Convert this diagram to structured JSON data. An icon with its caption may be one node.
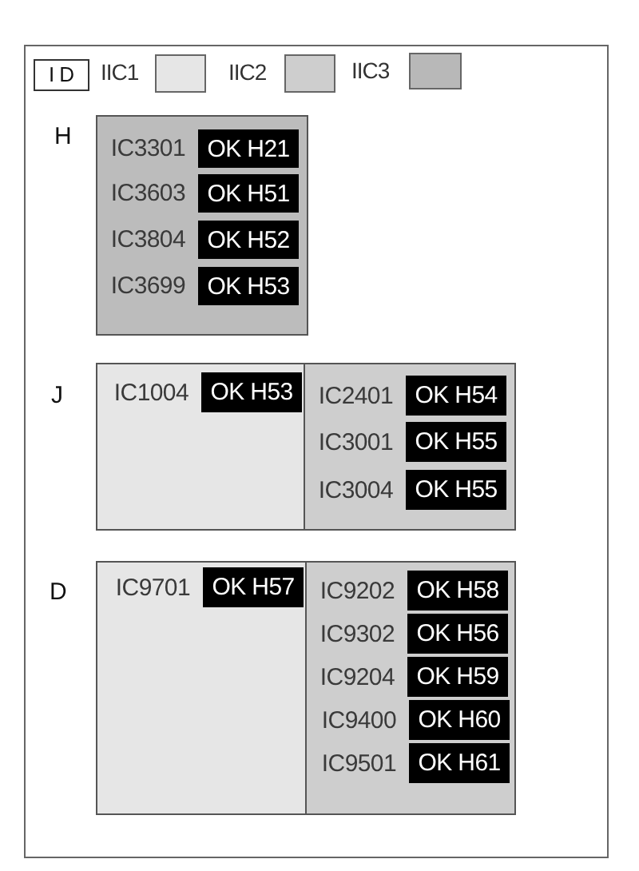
{
  "diagram": {
    "nodes": [
      {
        "text": [],
        "shape": "box"
      },
      {
        "text": [
          "ID"
        ],
        "in": 0
      },
      {
        "text": [
          "H"
        ],
        "in": 0
      },
      {
        "text": [
          "OK H21"
        ],
        "beside": [
          "IC3301"
        ],
        "in": 2
      },
      {
        "text": [
          "OK H51"
        ],
        "beside": [
          "IC3603"
        ],
        "in": 2
      },
      {
        "text": [
          "OK H52"
        ],
        "beside": [
          "IC3804"
        ],
        "in": 2
      },
      {
        "text": [
          "OK H53"
        ],
        "beside": [
          "IC3699"
        ],
        "in": 2
      },
      {
        "text": [
          "J"
        ],
        "in": 0
      },
      {
        "text": [],
        "shape": "box",
        "in": 7
      },
      {
        "text": [
          "OK H53"
        ],
        "beside": [
          "IC1004"
        ],
        "in": 8
      },
      {
        "text": [],
        "shape": "box",
        "in": 7
      },
      {
        "text": [
          "OK H54"
        ],
        "beside": [
          "IC2401"
        ],
        "in": 10
      },
      {
        "text": [
          "OK H55"
        ],
        "beside": [
          "IC3001"
        ],
        "in": 10
      },
      {
        "text": [
          "OK H55"
        ],
        "beside": [
          "IC3004"
        ],
        "in": 10
      },
      {
        "text": [
          "D"
        ],
        "in": 0
      },
      {
        "text": [],
        "shape": "box",
        "in": 14
      },
      {
        "text": [
          "OK H57"
        ],
        "beside": [
          "IC9701"
        ],
        "in": 15
      },
      {
        "text": [],
        "shape": "box",
        "in": 14
      },
      {
        "text": [
          "OK H58"
        ],
        "beside": [
          "IC9202"
        ],
        "in": 17
      },
      {
        "text": [
          "OK H56"
        ],
        "beside": [
          "IC9302"
        ],
        "in": 17
      },
      {
        "text": [
          "OK H59"
        ],
        "beside": [
          "IC9204"
        ],
        "in": 17
      },
      {
        "text": [
          "OK H60"
        ],
        "beside": [
          "IC9400"
        ],
        "in": 17
      },
      {
        "text": [
          "OK H61"
        ],
        "beside": [
          "IC9501"
        ],
        "in": 17
      }
    ],
    "legend": [
      {
        "text": "IIC1",
        "color": "#e6e6e6"
      },
      {
        "text": "IIC2",
        "color": "#cecece"
      },
      {
        "text": "IIC3",
        "color": "#b8b8b8"
      }
    ]
  }
}
